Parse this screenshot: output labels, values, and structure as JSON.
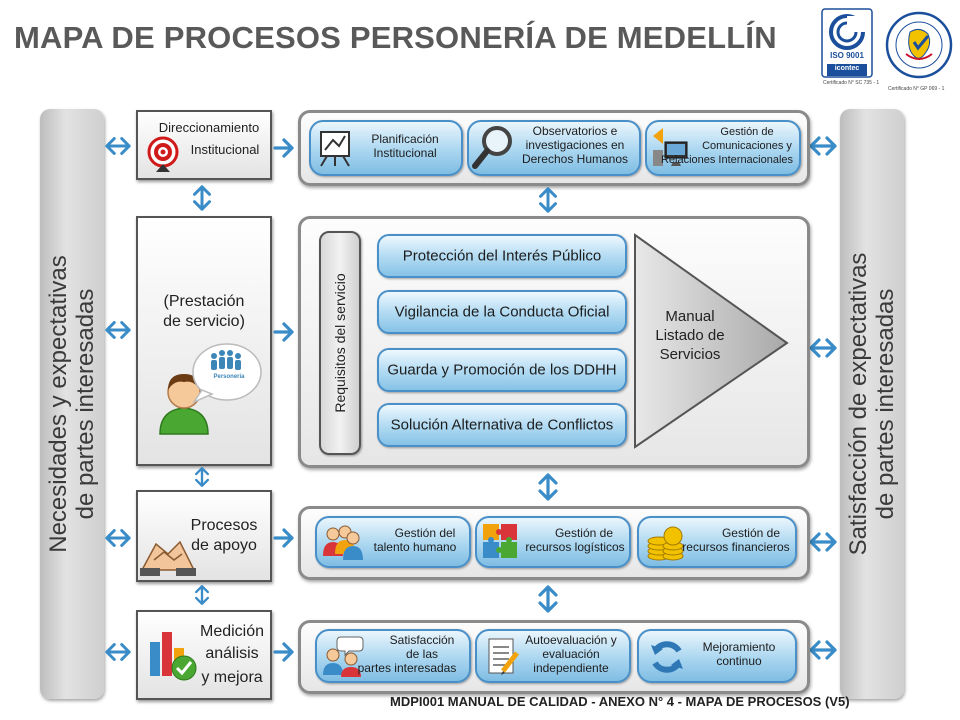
{
  "title": "MAPA DE PROCESOS PERSONERÍA DE MEDELLÍN",
  "logos": {
    "icontec": {
      "line1": "ISO 9001",
      "line2": "icontec",
      "cert": "Certificado N° SC 735 - 1"
    },
    "gp": {
      "cert": "Certificado N° GP 069 - 1"
    }
  },
  "left_sidebar": {
    "line1": "Necesidades y expectativas",
    "line2": "de partes interesadas"
  },
  "right_sidebar": {
    "line1": "Satisfacción de expectativas",
    "line2": "de partes interesadas"
  },
  "rows": {
    "strategic": {
      "label_line1": "Direccionamiento",
      "label_line2": "Institucional",
      "items": [
        {
          "line1": "Planificación",
          "line2": "Institucional",
          "line3": ""
        },
        {
          "line1": "Observatorios e",
          "line2": "investigaciones en",
          "line3": "Derechos Humanos"
        },
        {
          "line1": "Gestión de",
          "line2": "Comunicaciones y",
          "line3": "Relaciones Internacionales"
        }
      ]
    },
    "mission": {
      "label_line1": "(Prestación",
      "label_line2": "de servicio)",
      "requirements": "Requisitos del servicio",
      "processes": [
        "Protección del Interés Público",
        "Vigilancia de la Conducta Oficial",
        "Guarda y Promoción de los DDHH",
        "Solución Alternativa de Conflictos"
      ],
      "output_line1": "Manual",
      "output_line2": "Listado de",
      "output_line3": "Servicios",
      "logo_text": "Personería"
    },
    "support": {
      "label_line1": "Procesos",
      "label_line2": "de apoyo",
      "items": [
        {
          "line1": "Gestión del",
          "line2": "talento humano",
          "line3": ""
        },
        {
          "line1": "Gestión de",
          "line2": "recursos logísticos",
          "line3": ""
        },
        {
          "line1": "Gestión de",
          "line2": "recursos financieros",
          "line3": ""
        }
      ]
    },
    "evaluation": {
      "label_line1": "Medición",
      "label_line2": "análisis",
      "label_line3": "y mejora",
      "items": [
        {
          "line1": "Satisfacción",
          "line2": "de las",
          "line3": "partes interesadas"
        },
        {
          "line1": "Autoevaluación y",
          "line2": "evaluación",
          "line3": "independiente"
        },
        {
          "line1": "Mejoramiento",
          "line2": "continuo",
          "line3": ""
        }
      ]
    }
  },
  "footer": "MDPI001 MANUAL DE CALIDAD - ANEXO N° 4 - MAPA DE PROCESOS (V5)",
  "colors": {
    "arrow": "#3a8cc8",
    "pill_border": "#4a90c8",
    "frame": "#8a8a8a"
  },
  "icons": [
    "target-icon",
    "presentation-board-icon",
    "magnifier-icon",
    "computer-icon",
    "user-icon",
    "people-logo-icon",
    "handshake-icon",
    "people-group-icon",
    "puzzle-icon",
    "coins-icon",
    "bar-chart-check-icon",
    "speech-people-icon",
    "checklist-icon",
    "refresh-icon",
    "double-arrow-icon"
  ]
}
